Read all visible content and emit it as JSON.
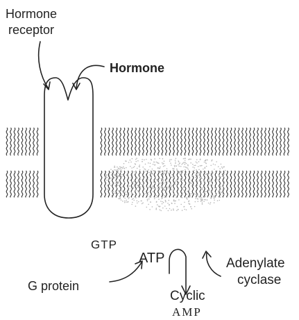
{
  "labels": {
    "hormone_receptor_line1": "Hormone",
    "hormone_receptor_line2": "receptor",
    "hormone": "Hormone",
    "gtp": "GTP",
    "g_protein": "G protein",
    "atp": "ATP",
    "adenylate_cyclase_line1": "Adenylate",
    "adenylate_cyclase_line2": "cyclase",
    "cyclic_amp_line1": "Cyclic",
    "cyclic_amp_line2": "AMP"
  },
  "colors": {
    "ink": "#222222",
    "stipple": "#b9b9b9",
    "background": "#ffffff"
  }
}
